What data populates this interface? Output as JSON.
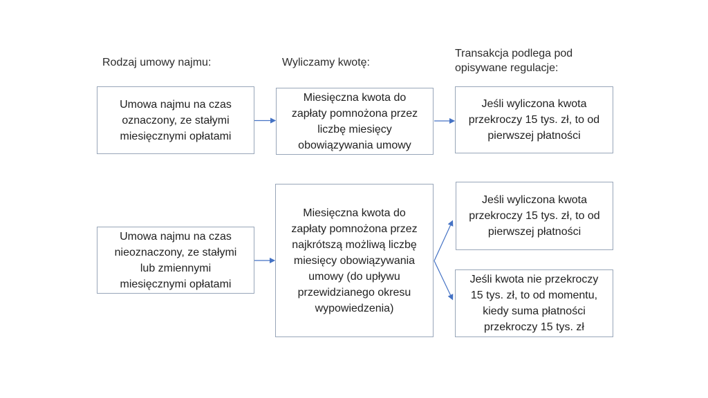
{
  "colors": {
    "background": "#ffffff",
    "box_border": "#97a5b8",
    "box_fill": "#ffffff",
    "arrow": "#4472c4",
    "text": "#212121"
  },
  "diagram": {
    "headers": [
      {
        "id": "lease-type",
        "label": "Rodzaj umowy najmu:"
      },
      {
        "id": "amount-calculation",
        "label": "Wyliczamy kwotę:"
      },
      {
        "id": "regulation",
        "label": "Transakcja podlega pod\nopisywane regulacje:"
      }
    ],
    "boxes": [
      {
        "id": "fixed-term-lease",
        "text": "Umowa najmu na czas\noznaczony, ze stałymi\nmiesięcznymi opłatami"
      },
      {
        "id": "fixed-term-amount",
        "text": "Miesięczna kwota do\nzapłaty pomnożona przez\nliczbę miesięcy\nobowiązywania umowy"
      },
      {
        "id": "fixed-term-regulation",
        "text": "Jeśli wyliczona kwota\nprzekroczy 15 tys. zł, to od\npierwszej płatności"
      },
      {
        "id": "indefinite-lease",
        "text": "Umowa najmu na czas\nnieoznaczony, ze stałymi\nlub zmiennymi\nmiesięcznymi opłatami"
      },
      {
        "id": "indefinite-amount",
        "text": "Miesięczna kwota do\nzapłaty pomnożona przez\nnajkrótszą możliwą liczbę\nmiesięcy obowiązywania\numowy (do upływu\nprzewidzianego okresu\nwypowiedzenia)"
      },
      {
        "id": "indefinite-regulation-over-limit",
        "text": "Jeśli wyliczona kwota\nprzekroczy 15 tys. zł, to od\npierwszej płatności"
      },
      {
        "id": "indefinite-regulation-under-limit",
        "text": "Jeśli kwota nie przekroczy\n15 tys. zł, to od momentu,\nkiedy suma płatności\nprzekroczy 15 tys. zł"
      }
    ],
    "edges": [
      {
        "from": "fixed-term-lease",
        "to": "fixed-term-amount"
      },
      {
        "from": "fixed-term-amount",
        "to": "fixed-term-regulation"
      },
      {
        "from": "indefinite-lease",
        "to": "indefinite-amount"
      },
      {
        "from": "indefinite-amount",
        "to": "indefinite-regulation-over-limit"
      },
      {
        "from": "indefinite-amount",
        "to": "indefinite-regulation-under-limit"
      }
    ]
  }
}
